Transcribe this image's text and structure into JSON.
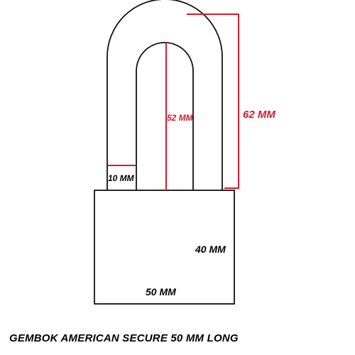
{
  "caption": "GEMBOK AMERICAN SECURE 50 MM LONG",
  "dimensions": {
    "shackle_thickness": "10 MM",
    "inner_clearance": "52 MM",
    "shackle_height": "62 MM",
    "body_height": "40 MM",
    "body_width": "50 MM"
  },
  "colors": {
    "outline": "#111111",
    "dimension": "#d61a2e",
    "label": "#000000"
  }
}
